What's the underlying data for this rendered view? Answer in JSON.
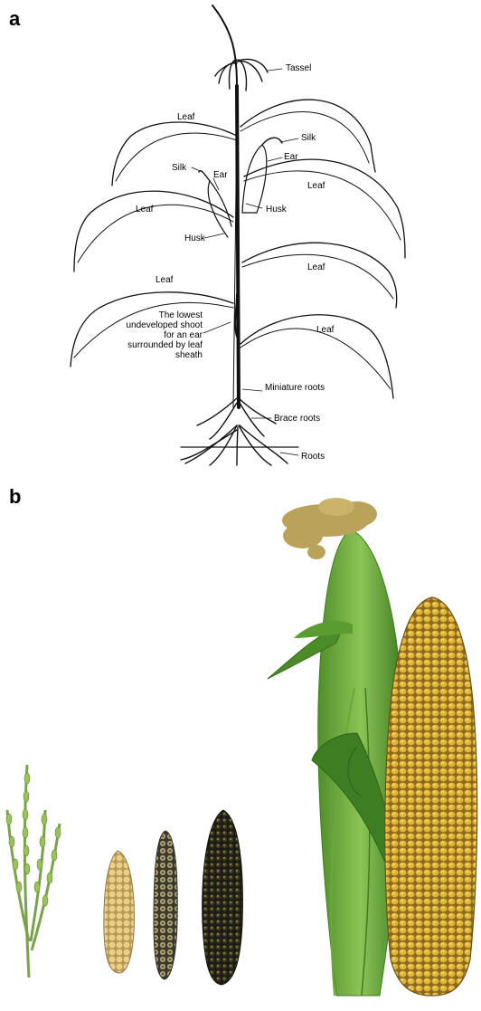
{
  "panels": {
    "a": "a",
    "b": "b"
  },
  "labels": {
    "tassel": "Tassel",
    "leaf_top_left": "Leaf",
    "silk_right": "Silk",
    "ear_right": "Ear",
    "silk_left": "Silk",
    "ear_left": "Ear",
    "leaf_right_upper": "Leaf",
    "leaf_left_mid": "Leaf",
    "husk_right": "Husk",
    "husk_left": "Husk",
    "leaf_right_mid": "Leaf",
    "leaf_left_low": "Leaf",
    "lowest_shoot": "The lowest undeveloped shoot for an ear surrounded by leaf sheath",
    "leaf_right_low": "Leaf",
    "miniature_roots": "Miniature roots",
    "brace_roots": "Brace roots",
    "roots": "Roots"
  },
  "colors": {
    "line": "#111111",
    "husk_green": "#6cab3a",
    "husk_dark": "#3f7d22",
    "kernel_yellow": "#e2b43a",
    "kernel_dark": "#2a2a1e",
    "silk": "#b9a25a"
  }
}
